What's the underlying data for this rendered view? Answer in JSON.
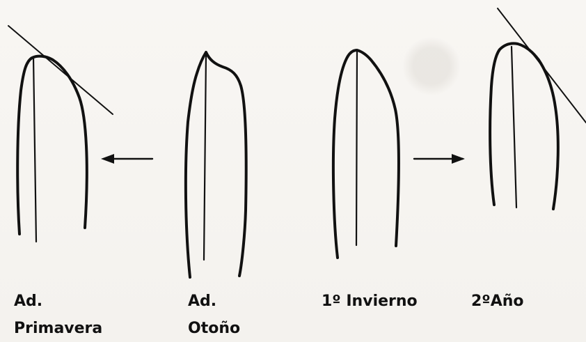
{
  "labels": {
    "ad_1": "Ad.",
    "primavera": "Primavera",
    "ad_2": "Ad.",
    "otono": "Otoño",
    "primer_invierno": "1º Invierno",
    "segundo_ano": "2ºAño"
  },
  "arrows": {
    "left": "left-arrow-icon",
    "right": "right-arrow-icon"
  },
  "colors": {
    "ink": "#111111",
    "paper": "#f6f4f1"
  }
}
